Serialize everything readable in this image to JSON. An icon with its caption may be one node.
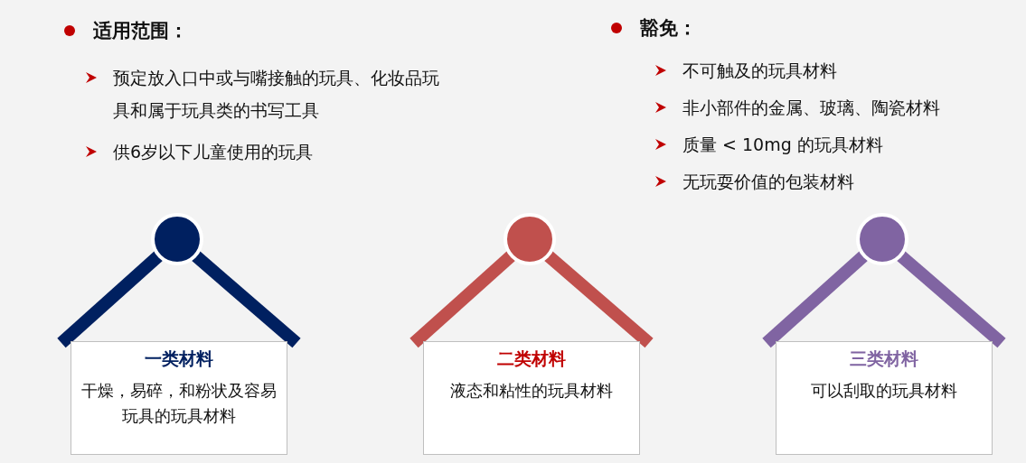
{
  "diagram": {
    "nodes": [
      {
        "text": [
          "一类材料",
          "干燥，易碎，和粉状及容易玩具的玩具材料"
        ]
      },
      {
        "text": [
          "二类材料",
          "液态和粘性的玩具材料"
        ]
      },
      {
        "text": [
          "三类材料",
          "可以刮取的玩具材料"
        ]
      }
    ],
    "labels": [
      "适用范围：",
      "预定放入口中或与嘴接触的玩具、化妆品玩具和属于玩具类的书写工具",
      "供6岁以下儿童使用的玩具",
      "豁免：",
      "不可触及的玩具材料",
      "非小部件的金属、玻璃、陶瓷材料",
      "质量 < 10mg 的玩具材料",
      "无玩耍价值的包装材料"
    ]
  }
}
